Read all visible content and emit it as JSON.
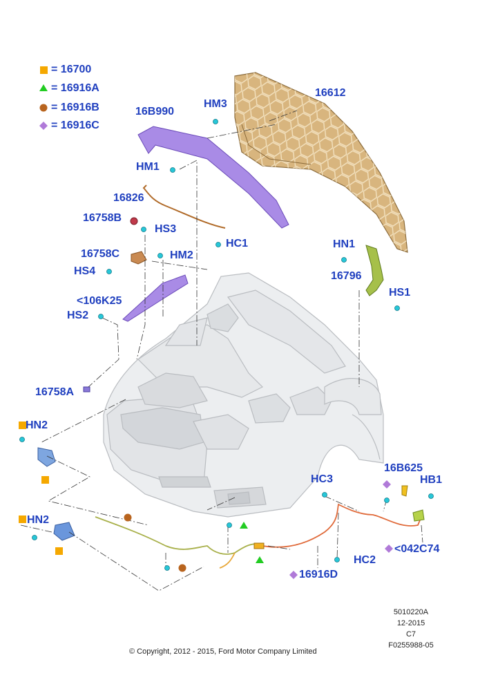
{
  "legend": [
    {
      "code": "16700",
      "prefix": "= ",
      "symbol": "square",
      "color": "#f5a800"
    },
    {
      "code": "16916A",
      "prefix": "= ",
      "symbol": "triangle",
      "color": "#22cc22"
    },
    {
      "code": "16916B",
      "prefix": "= ",
      "symbol": "circle",
      "color": "#b8641e"
    },
    {
      "code": "16916C",
      "prefix": "= ",
      "symbol": "diamond",
      "color": "#b07ad8"
    }
  ],
  "labels": {
    "l_16612": "16612",
    "l_hm3": "HM3",
    "l_16b990": "16B990",
    "l_hm1": "HM1",
    "l_16826": "16826",
    "l_16758b": "16758B",
    "l_hs3": "HS3",
    "l_hc1": "HC1",
    "l_16758c": "16758C",
    "l_hm2": "HM2",
    "l_hs4": "HS4",
    "l_106k25": "<106K25",
    "l_hs2": "HS2",
    "l_hn1": "HN1",
    "l_16796": "16796",
    "l_hs1": "HS1",
    "l_16758a": "16758A",
    "l_hn2a": "HN2",
    "l_hn2b": "HN2",
    "l_hc3": "HC3",
    "l_16b625": "16B625",
    "l_hb1": "HB1",
    "l_042c74": "<042C74",
    "l_hc2": "HC2",
    "l_16916d": "16916D"
  },
  "footer": {
    "ref1": "5010220A",
    "date": "12-2015",
    "ref2": "C7",
    "ref3": "F0255988-05",
    "copyright": "© Copyright, 2012 - 2015, Ford Motor Company Limited"
  },
  "colors": {
    "label_blue": "#1f3fbf",
    "hood_tan": "#d9b782",
    "purple_part": "#a07ae0",
    "cyan_clip": "#27c7d8",
    "olive_cable": "#9aa84a",
    "orange_cable": "#e0733a"
  }
}
